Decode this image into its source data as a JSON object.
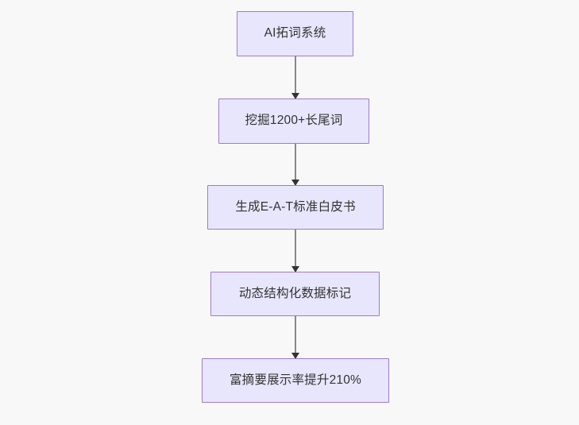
{
  "diagram": {
    "type": "flowchart",
    "direction": "top-to-bottom",
    "background_color": "#f8f8f8",
    "node_fill_color": "#e8e6fc",
    "node_border_color": "#9f78d4",
    "node_text_color": "#333333",
    "edge_line_color": "#888888",
    "edge_arrow_color": "#333333",
    "nodes": [
      {
        "id": "n1",
        "label": "AI拓词系统"
      },
      {
        "id": "n2",
        "label": "挖掘1200+长尾词"
      },
      {
        "id": "n3",
        "label": "生成E-A-T标准白皮书"
      },
      {
        "id": "n4",
        "label": "动态结构化数据标记"
      },
      {
        "id": "n5",
        "label": "富摘要展示率提升210%"
      }
    ],
    "edges": [
      {
        "from": "n1",
        "to": "n2",
        "arrow": "down"
      },
      {
        "from": "n2",
        "to": "n3",
        "arrow": "down"
      },
      {
        "from": "n3",
        "to": "n4",
        "arrow": "down"
      },
      {
        "from": "n4",
        "to": "n5",
        "arrow": "down"
      }
    ]
  }
}
